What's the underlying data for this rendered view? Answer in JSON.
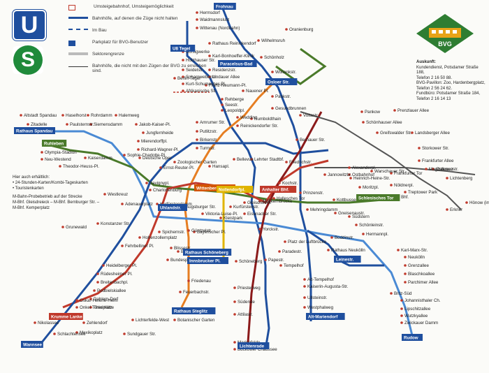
{
  "legend": {
    "transfer": "Umsteigebahnhof, Umsteigemöglichkeit",
    "not_all": "Bahnhöfe, auf denen die Züge nicht halten",
    "construction": "Im Bau",
    "park_ride": "Parkplatz für BVG-Benutzer",
    "sector": "Sektorengrenze",
    "stations_not_bvg": "Bahnhöfe, die nicht mit den Zügen der BVG zu erreichen sind."
  },
  "logos": {
    "u": "U",
    "s": "S",
    "bvg": "BVG"
  },
  "info": {
    "heading": "Auskunft:",
    "lines": [
      "Kundendienst, Potsdamer Straße 188,",
      "Telefon 2 16 50 88.",
      "BVG-Pavillon: Zoo, Hardenbergplatz,",
      "Telefon 2 56 24 62.",
      "Fundbüro: Potsdamer Straße 184,",
      "Telefon 2 16 14 13"
    ]
  },
  "note": {
    "lines": [
      "Hier auch erhältlich:",
      "• 24-Stunden-Karten/Kombi-Tageskarten",
      "• Touristenkarten",
      "M-Bahn-Probebetrieb auf der Strecke",
      "M-Bhf. Gleisdreieck – M-Bhf. Bernburger Str. –",
      "M-Bhf. Kemperplatz"
    ]
  },
  "terminals": [
    {
      "label": "Frohnau",
      "line": "S2",
      "color": "#1f4f9e"
    },
    {
      "label": "U8 Tegel",
      "line": "U6",
      "color": "#1f4f9e"
    },
    {
      "label": "Paracelsus-Bad",
      "line": "U8",
      "color": "#1f4f9e"
    },
    {
      "label": "Rathaus Spandau",
      "line": "U7",
      "color": "#1f4f9e"
    },
    {
      "label": "Ruhleben",
      "line": "U1",
      "color": "#4a7a2a"
    },
    {
      "label": "Osloer Str.",
      "line": "U9",
      "color": "#1f4f9e"
    },
    {
      "label": "Krumme Lanke",
      "line": "U2",
      "color": "#c0392b"
    },
    {
      "label": "Rathaus Steglitz",
      "line": "U9",
      "color": "#1f4f9e"
    },
    {
      "label": "Innsbrucker Pl.",
      "line": "U4",
      "color": "#1f4f9e"
    },
    {
      "label": "Wannsee",
      "line": "S1",
      "color": "#1f4f9e"
    },
    {
      "label": "Lichtenrade",
      "line": "S2",
      "color": "#1f4f9e"
    },
    {
      "label": "Leinestr.",
      "line": "U8",
      "color": "#1f4f9e"
    },
    {
      "label": "Alt-Mariendorf",
      "line": "U6",
      "color": "#1f4f9e"
    },
    {
      "label": "Rudow",
      "line": "U7",
      "color": "#1f4f9e"
    },
    {
      "label": "Schlesisches Tor",
      "line": "U1",
      "color": "#4a7a2a"
    },
    {
      "label": "Wittenbergplatz",
      "line": "U1",
      "color": "#d35400"
    },
    {
      "label": "Uhlandstr.",
      "line": "U15",
      "color": "#1f4f9e"
    },
    {
      "label": "Anhalter Bhf.",
      "line": "S",
      "color": "#c0392b"
    },
    {
      "label": "Nollendorfpl.",
      "line": "U4",
      "color": "#e0b400"
    },
    {
      "label": "Rathaus Schöneberg",
      "line": "U4",
      "color": "#1f4f9e"
    }
  ],
  "stations": [
    {
      "label": "Hermsdorf"
    },
    {
      "label": "Waidmannslust"
    },
    {
      "label": "Wittenau (Nordbahn)"
    },
    {
      "label": "Wilhelmsruh"
    },
    {
      "label": "Schönholz"
    },
    {
      "label": "Wollankstr."
    },
    {
      "label": "Borsigwerke"
    },
    {
      "label": "Holzhauser Str."
    },
    {
      "label": "Seidelstr."
    },
    {
      "label": "Scharnweberstr."
    },
    {
      "label": "Kurt-Schumacher-Pl."
    },
    {
      "label": "Afrikanische Str."
    },
    {
      "label": "Rehberge"
    },
    {
      "label": "Seestr."
    },
    {
      "label": "Leopoldpl."
    },
    {
      "label": "Amrumer Str."
    },
    {
      "label": "Putlitzstr."
    },
    {
      "label": "Birkenstr."
    },
    {
      "label": "Turmstr."
    },
    {
      "label": "Hansapl."
    },
    {
      "label": "Bellevue"
    },
    {
      "label": "Lehrter Stadtbf."
    },
    {
      "label": "Friedrichstr."
    },
    {
      "label": "Nauener Pl."
    },
    {
      "label": "Pankstr."
    },
    {
      "label": "Gesundbrunnen"
    },
    {
      "label": "Voltastr."
    },
    {
      "label": "Bernauer Str."
    },
    {
      "label": "Humboldthain"
    },
    {
      "label": "Wedding"
    },
    {
      "label": "Reinickendorfer Str."
    },
    {
      "label": "Altstadt Spandau"
    },
    {
      "label": "Haselhorst"
    },
    {
      "label": "Rohrdamm"
    },
    {
      "label": "Halemweg"
    },
    {
      "label": "Zitadelle"
    },
    {
      "label": "Paulsternstr."
    },
    {
      "label": "Siemensdamm"
    },
    {
      "label": "Jakob-Kaiser-Pl."
    },
    {
      "label": "Jungfernheide"
    },
    {
      "label": "Mierendorffpl."
    },
    {
      "label": "Richard-Wagner-Pl."
    },
    {
      "label": "Deutsche Oper"
    },
    {
      "label": "Olympia-Stadion"
    },
    {
      "label": "Neu-Westend"
    },
    {
      "label": "Theodor-Heuss-Pl."
    },
    {
      "label": "Kaiserdamm"
    },
    {
      "label": "Sophie-Charlotte-Pl."
    },
    {
      "label": "Ernst-Reuter-Pl."
    },
    {
      "label": "Zoologischer Garten"
    },
    {
      "label": "Savignypl."
    },
    {
      "label": "Charlottenburg"
    },
    {
      "label": "Westkreuz"
    },
    {
      "label": "Adenauerplatz"
    },
    {
      "label": "Kurfürstendamm"
    },
    {
      "label": "Konstanzer Str."
    },
    {
      "label": "Fehrbelliner Pl."
    },
    {
      "label": "Hohenzollernplatz"
    },
    {
      "label": "Spichernstr."
    },
    {
      "label": "Güntzelstr."
    },
    {
      "label": "Blissestr."
    },
    {
      "label": "Berliner Str."
    },
    {
      "label": "Bundespl."
    },
    {
      "label": "Heidelberger Pl."
    },
    {
      "label": "Rüdesheimer Pl."
    },
    {
      "label": "Breitenbachpl."
    },
    {
      "label": "Podbielskiallee"
    },
    {
      "label": "Dahlem-Dorf"
    },
    {
      "label": "Thielplatz"
    },
    {
      "label": "Oskar-Helene-Heim"
    },
    {
      "label": "Onkel Toms Hütte"
    },
    {
      "label": "Grunewald"
    },
    {
      "label": "Nikolassee"
    },
    {
      "label": "Schlachtensee"
    },
    {
      "label": "Mexikoplatz"
    },
    {
      "label": "Zehlendorf"
    },
    {
      "label": "Sundgauer Str."
    },
    {
      "label": "Lichterfelde-West"
    },
    {
      "label": "Botanischer Garten"
    },
    {
      "label": "Feuerbachstr."
    },
    {
      "label": "Friedenau"
    },
    {
      "label": "Schöneberg"
    },
    {
      "label": "Priesterweg"
    },
    {
      "label": "Südende"
    },
    {
      "label": "Attilastr."
    },
    {
      "label": "Marienfelde"
    },
    {
      "label": "Buckower Chaussee"
    },
    {
      "label": "Kurfürstenstr."
    },
    {
      "label": "Gleisdreieck"
    },
    {
      "label": "Möckernbrücke"
    },
    {
      "label": "Yorckstr."
    },
    {
      "label": "Kleistpark"
    },
    {
      "label": "Eisenacher Str."
    },
    {
      "label": "Bayerischer Pl."
    },
    {
      "label": "Viktoria-Luise-Pl."
    },
    {
      "label": "Augsburger Str."
    },
    {
      "label": "Papestr."
    },
    {
      "label": "Kochstr."
    },
    {
      "label": "Hallesches Tor"
    },
    {
      "label": "Prinzenstr."
    },
    {
      "label": "Kottbusser Tor"
    },
    {
      "label": "Görlitzer Bhf."
    },
    {
      "label": "Mehringdamm"
    },
    {
      "label": "Gneisenaustr."
    },
    {
      "label": "Südstern"
    },
    {
      "label": "Hermannpl."
    },
    {
      "label": "Boddinstr."
    },
    {
      "label": "Schönleinstr."
    },
    {
      "label": "Platz der Luftbrücke"
    },
    {
      "label": "Paradestr."
    },
    {
      "label": "Tempelhof"
    },
    {
      "label": "Alt-Tempelhof"
    },
    {
      "label": "Kaiserin-Augusta-Str."
    },
    {
      "label": "Ullsteinstr."
    },
    {
      "label": "Westphalweg"
    },
    {
      "label": "Rathaus Neukölln"
    },
    {
      "label": "Karl-Marx-Str."
    },
    {
      "label": "Neukölln"
    },
    {
      "label": "Grenzallee"
    },
    {
      "label": "Blaschkoallee"
    },
    {
      "label": "Parchimer Allee"
    },
    {
      "label": "Britz-Süd"
    },
    {
      "label": "Johannisthaler Ch."
    },
    {
      "label": "Lipschitzallee"
    },
    {
      "label": "Wutzkyallee"
    },
    {
      "label": "Zwickauer Damm"
    },
    {
      "label": "Moritzpl."
    },
    {
      "label": "Heinrich-Heine-Str."
    },
    {
      "label": "Alexanderpl."
    },
    {
      "label": "Jannowitzbr."
    },
    {
      "label": "Warschauer Str."
    },
    {
      "label": "Ostbahnhof"
    },
    {
      "label": "Frankfurter Tor"
    },
    {
      "label": "Magdalenenstr."
    },
    {
      "label": "Lichtenberg"
    },
    {
      "label": "Treptower Park"
    },
    {
      "label": "Erkner"
    },
    {
      "label": "Hönow (im Bau)"
    },
    {
      "label": "Pankow"
    },
    {
      "label": "Schönhauser Allee"
    },
    {
      "label": "Prenzlauer Allee"
    },
    {
      "label": "Greifswalder Str."
    },
    {
      "label": "Landsberger Allee"
    },
    {
      "label": "Storkower Str."
    },
    {
      "label": "Frankfurter Allee"
    },
    {
      "label": "Ostkreuz"
    },
    {
      "label": "Nöldnerpl."
    },
    {
      "label": "Oranienburg"
    },
    {
      "label": "Berlin-Tegel"
    },
    {
      "label": "Lindauer Allee"
    },
    {
      "label": "Residenzstr."
    },
    {
      "label": "Franz-Neumann-Pl."
    },
    {
      "label": "Rathaus Reinickendorf"
    },
    {
      "label": "Karl-Bonhoeffer-Klinik"
    }
  ]
}
